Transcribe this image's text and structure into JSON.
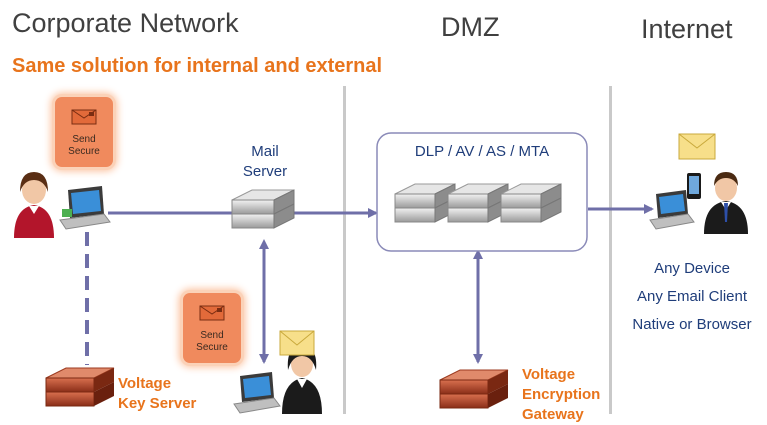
{
  "zones": {
    "corporate": "Corporate Network",
    "dmz": "DMZ",
    "internet": "Internet"
  },
  "subtitle": "Same solution for internal and external",
  "send_secure_top": {
    "line1": "Send",
    "line2": "Secure"
  },
  "send_secure_bottom": {
    "line1": "Send",
    "line2": "Secure"
  },
  "mail_server": {
    "line1": "Mail",
    "line2": "Server"
  },
  "dmz_box_label": "DLP / AV / AS / MTA",
  "key_server": {
    "line1": "Voltage",
    "line2": "Key Server"
  },
  "gateway": {
    "line1": "Voltage",
    "line2": "Encryption",
    "line3": "Gateway"
  },
  "internet_labels": [
    "Any Device",
    "Any Email Client",
    "Native or Browser"
  ],
  "colors": {
    "accent_orange": "#e8741c",
    "arrow_purple": "#6f6fa8",
    "label_blue": "#1f3d7a",
    "divider_gray": "#c9c9c9"
  }
}
